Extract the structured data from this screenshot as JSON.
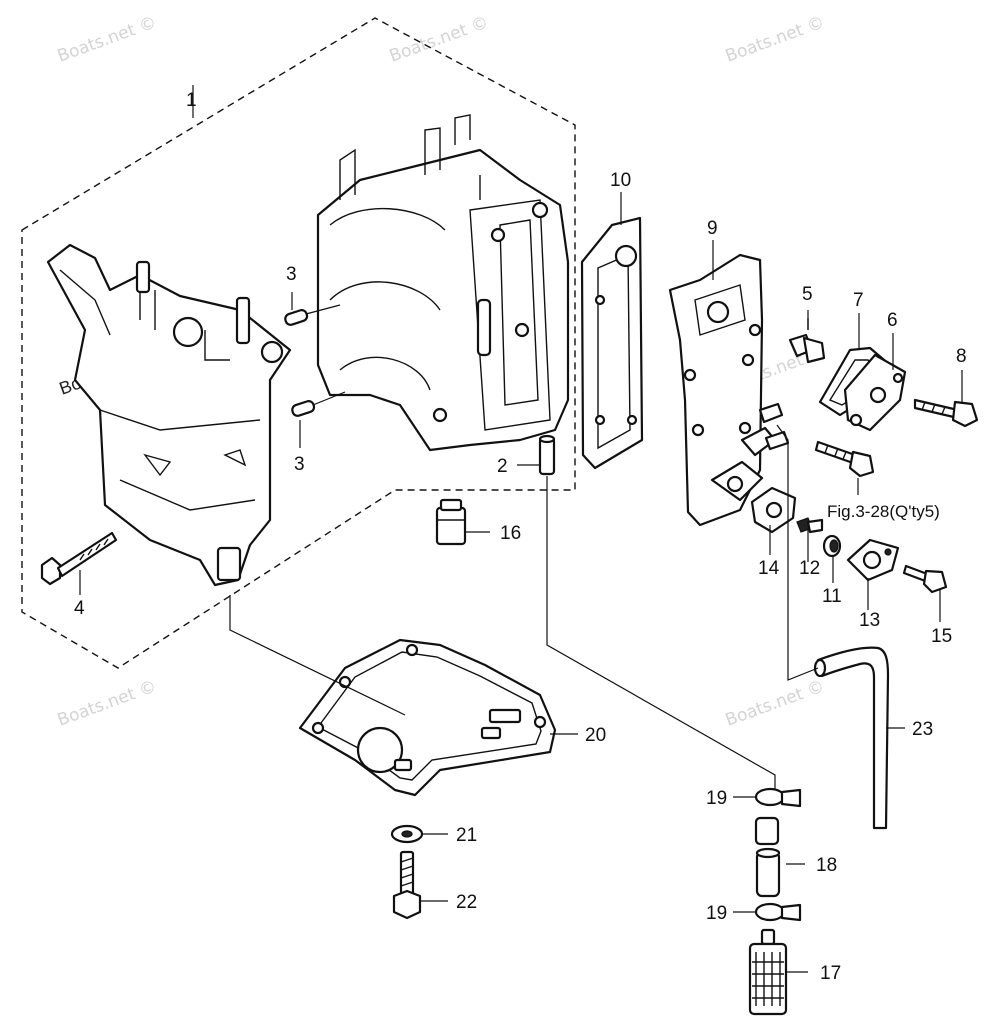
{
  "watermark": "Boats.net ©",
  "watermark_in_drawing": "Boats.net",
  "callouts": {
    "c1": "1",
    "c2": "2",
    "c3a": "3",
    "c3b": "3",
    "c4": "4",
    "c5": "5",
    "c6": "6",
    "c7": "7",
    "c8": "8",
    "c9": "9",
    "c10": "10",
    "c11": "11",
    "c12": "12",
    "c13": "13",
    "c14": "14",
    "c15": "15",
    "c16": "16",
    "c17": "17",
    "c18": "18",
    "c19a": "19",
    "c19b": "19",
    "c20": "20",
    "c21": "21",
    "c22": "22",
    "c23": "23"
  },
  "fig_reference": "Fig.3-28(Q'ty5)"
}
